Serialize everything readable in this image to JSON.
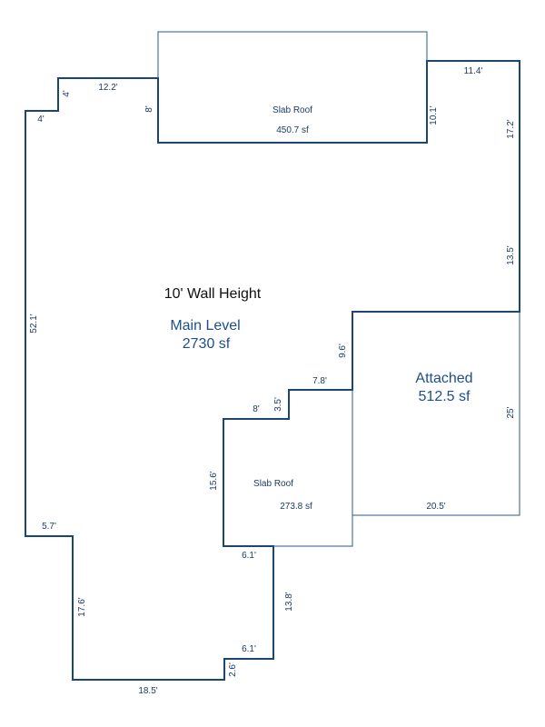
{
  "colors": {
    "wall": "#1b4674",
    "text": "#1b3a66",
    "area_label": "#1d4f8c"
  },
  "areas": {
    "wall_height": "10' Wall Height",
    "main_name": "Main Level",
    "main_area": "2730 sf",
    "attached_name": "Attached",
    "attached_area": "512.5 sf",
    "slab_top_name": "Slab Roof",
    "slab_top_area": "450.7 sf",
    "slab_bottom_name": "Slab Roof",
    "slab_bottom_area": "273.8 sf"
  },
  "dimensions": {
    "left_wall": "52.1'",
    "top_step_1": "4'",
    "top_step_2": "4'",
    "top_left_run": "12.2'",
    "slab_top_left": "8'",
    "slab_top_right": "10.1'",
    "top_right_run": "11.4'",
    "right_upper": "17.2'",
    "right_lower": "13.5'",
    "center_step_v": "9.6'",
    "center_step_h": "7.8'",
    "step_small_v": "3.5'",
    "step_small_h": "8'",
    "slab_bottom_left": "15.6'",
    "attached_right": "25'",
    "attached_bottom": "20.5'",
    "lower_left_run": "5.7'",
    "lower_left_wall": "17.6'",
    "bottom_run": "18.5'",
    "bottom_step_v": "2.6'",
    "bottom_step_h": "6.1'",
    "bottom_right_wall": "13.8'",
    "bottom_top_run": "6.1'"
  }
}
